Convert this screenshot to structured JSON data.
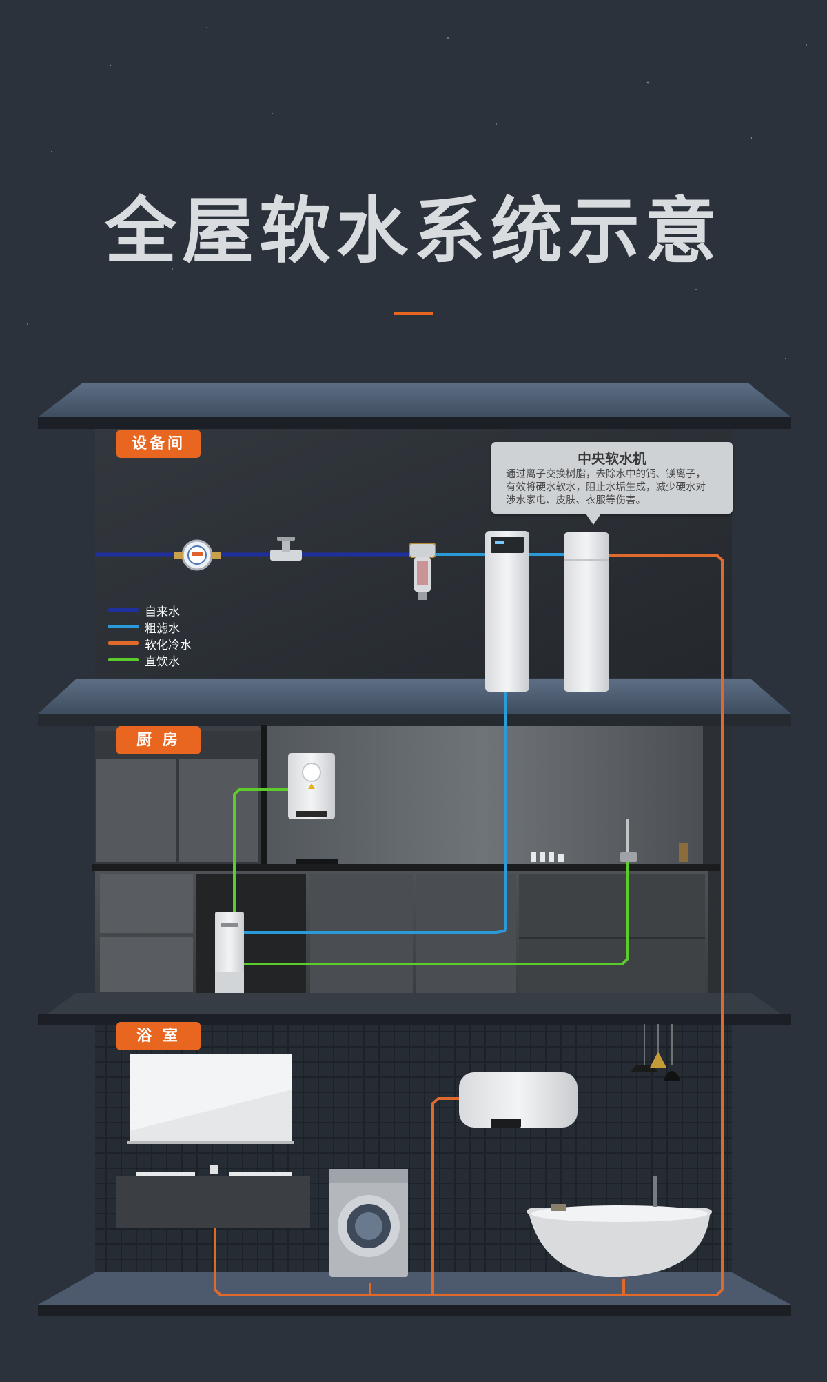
{
  "title": "全屋软水系统示意",
  "rooms": {
    "equipment_room": "设备间",
    "kitchen": "厨 房",
    "bathroom": "浴 室"
  },
  "callout": {
    "title": "中央软水机",
    "lines": [
      "通过离子交换树脂，去除水中的钙、镁离子，",
      "有效将硬水软水，阻止水垢生成，减少硬水对",
      "涉水家电、皮肤、衣服等伤害。"
    ]
  },
  "legend": [
    {
      "label": "自来水",
      "color": "#1f2f9e"
    },
    {
      "label": "粗滤水",
      "color": "#2a9ad8"
    },
    {
      "label": "软化冷水",
      "color": "#e06a2c"
    },
    {
      "label": "直饮水",
      "color": "#5ccb2c"
    }
  ],
  "colors": {
    "accent": "#e8661f",
    "background": "#2b323b",
    "tap_water": "#1f2f9e",
    "coarse_filtered": "#2a9ad8",
    "softened_cold": "#e06a2c",
    "drinking": "#5ccb2c"
  },
  "icons": [
    "water-meter-icon",
    "valve-icon",
    "prefilter-icon",
    "softener-icon",
    "drinking-dispenser-icon",
    "purifier-icon",
    "faucet-icon",
    "water-heater-icon",
    "washing-machine-icon",
    "bathtub-icon",
    "pendant-lamp-icon",
    "mirror-icon"
  ]
}
